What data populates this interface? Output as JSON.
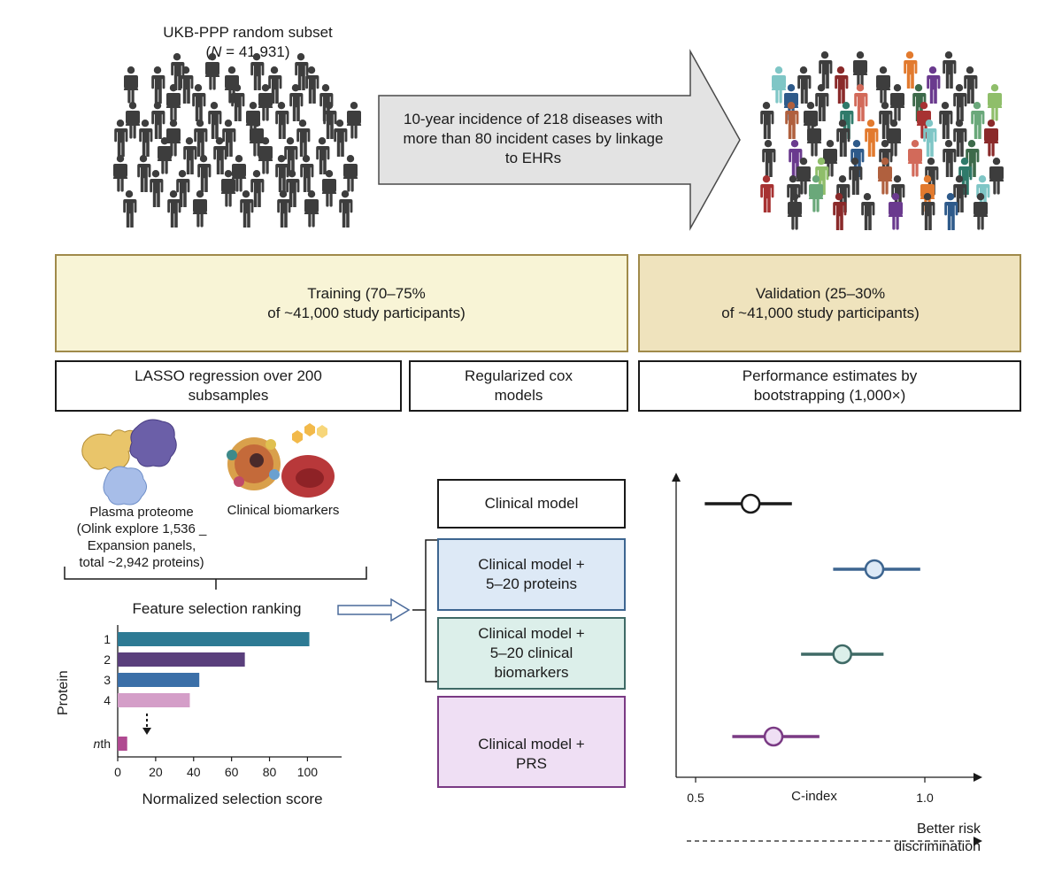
{
  "cohort": {
    "title": "UKB-PPP random subset",
    "n_prefix": "(",
    "n_symbol": "N",
    "n_value": " = 41,931)"
  },
  "arrow_text": "10-year incidence of 218 diseases with\nmore than 80 incident cases by linkage\nto EHRs",
  "training": {
    "label": "Training (70–75%\nof ~41,000 study participants)",
    "bg": "#f8f4d6",
    "border": "#a08a4a"
  },
  "validation": {
    "label": "Validation (25–30%\nof ~41,000 study participants)",
    "bg": "#efe3bd",
    "border": "#a08a4a"
  },
  "methods": {
    "lasso": "LASSO regression over 200\nsubsamples",
    "cox": "Regularized cox\nmodels",
    "bootstrap": "Performance estimates by\nbootstrapping (1,000×)"
  },
  "proteome_label": "Plasma proteome\n(Olink explore 1,536 _\nExpansion panels,\ntotal ~2,942 proteins)",
  "biomarkers_label": "Clinical biomarkers",
  "models": [
    {
      "label": "Clinical model",
      "bg": "#ffffff",
      "border": "#1a1a1a"
    },
    {
      "label": "Clinical model +\n5–20 proteins",
      "bg": "#dde9f6",
      "border": "#3d6590"
    },
    {
      "label": "Clinical model +\n5–20 clinical\nbiomarkers",
      "bg": "#dcefea",
      "border": "#3f6a66"
    },
    {
      "label": "Clinical model +\nPRS",
      "bg": "#efdff4",
      "border": "#7a3a84"
    }
  ],
  "chart_data": [
    {
      "type": "bar",
      "title": "Feature selection ranking",
      "xlabel": "Normalized selection score",
      "ylabel": "Protein",
      "categories": [
        "1",
        "2",
        "3",
        "4",
        "nth"
      ],
      "values": [
        101,
        67,
        43,
        38,
        5
      ],
      "colors": [
        "#2d7a94",
        "#5a3f7c",
        "#3b6fa8",
        "#d49ec8",
        "#b04a91"
      ],
      "xlim": [
        0,
        118
      ],
      "xticks": [
        "0",
        "20",
        "40",
        "60",
        "80",
        "100"
      ],
      "nth_prefix": "n",
      "nth_suffix": "th"
    },
    {
      "type": "scatter",
      "xlabel": "C-index",
      "xlim": [
        0.5,
        1.1
      ],
      "xticks": [
        "0.5",
        "1.0"
      ],
      "points": [
        {
          "x": 0.62,
          "lo": 0.52,
          "hi": 0.71,
          "color": "#1a1a1a",
          "fill": "#ffffff"
        },
        {
          "x": 0.89,
          "lo": 0.8,
          "hi": 0.99,
          "color": "#3d6590",
          "fill": "#dde9f6"
        },
        {
          "x": 0.82,
          "lo": 0.73,
          "hi": 0.91,
          "color": "#3f6a66",
          "fill": "#dcefea"
        },
        {
          "x": 0.67,
          "lo": 0.58,
          "hi": 0.77,
          "color": "#7a3a84",
          "fill": "#efdff4"
        }
      ],
      "annotation": "Better risk\ndiscrimination"
    }
  ],
  "colors": {
    "person": "#3d3d3d",
    "arrow_fill": "#e3e3e3",
    "arrow_stroke": "#4a4a4a"
  }
}
